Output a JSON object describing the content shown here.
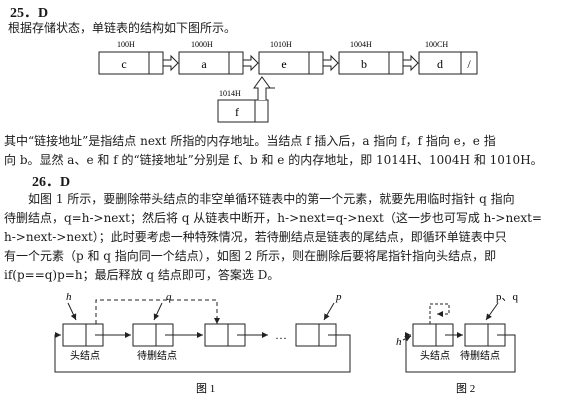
{
  "q25": {
    "heading": "25．D",
    "line1": "根据存储状态，单链表的结构如下图所示。",
    "diagram": {
      "nodes": [
        {
          "addr": "100H",
          "value": "c"
        },
        {
          "addr": "1000H",
          "value": "a"
        },
        {
          "addr": "1010H",
          "value": "e"
        },
        {
          "addr": "1004H",
          "value": "b"
        },
        {
          "addr": "100CH",
          "value": "d",
          "tail": "/"
        }
      ],
      "inserted": {
        "addr": "1014H",
        "value": "f"
      }
    },
    "para": [
      "其中“链接地址”是指结点 next 所指的内存地址。当结点 f 插入后，a 指向 f，f 指向 e，e 指",
      "向 b。显然 a、e 和 f 的“链接地址”分别是 f、b 和 e 的内存地址，即 1014H、1004H 和 1010H。"
    ]
  },
  "q26": {
    "heading": "26．D",
    "para": [
      "如图 1 所示，要删除带头结点的非空单循环链表中的第一个元素，就要先用临时指针 q 指向",
      "待删结点，q=h->next；然后将 q 从链表中断开，h->next=q->next（这一步也可写成 h->next=",
      "h->next->next）；此时要考虑一种特殊情况，若待删结点是链表的尾结点，即循环单链表中只",
      "有一个元素（p 和 q 指向同一个结点），如图 2 所示，则在删除后要将尾指针指向头结点，即",
      "if(p==q)p=h；最后释放 q 结点即可，答案选 D。"
    ],
    "fig1": {
      "ptr_h": "h",
      "ptr_q": "q",
      "ptr_p": "p",
      "label_head": "头结点",
      "label_del": "待删结点",
      "ellipsis": "…",
      "caption": "图 1"
    },
    "fig2": {
      "ptr_h": "h",
      "ptr_pq": "p、q",
      "label_head": "头结点",
      "label_del": "待删结点",
      "caption": "图 2"
    }
  }
}
